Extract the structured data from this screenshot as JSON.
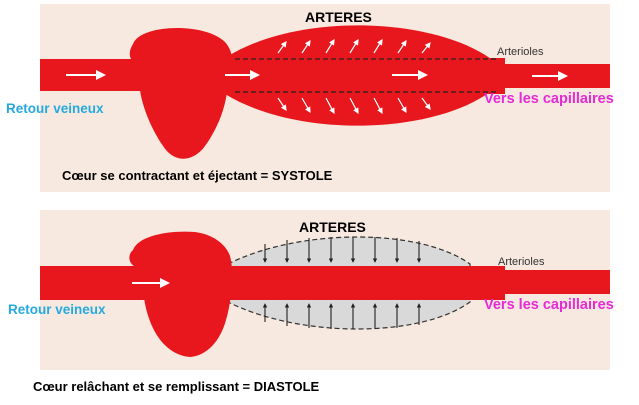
{
  "palette": {
    "blood": "#e8161d",
    "panel": "#f7e9df",
    "vessel_relaxed": "#d9d9d9",
    "retour_color": "#26a9e0",
    "capillaires_color": "#e62ad6"
  },
  "systole": {
    "arteres_label": "ARTERES",
    "arterioles_label": "Arterioles",
    "retour_label": "Retour veineux",
    "capillaires_label": "Vers les capillaires",
    "caption": "Cœur se contractant et éjectant = SYSTOLE"
  },
  "diastole": {
    "arteres_label": "ARTERES",
    "arterioles_label": "Arterioles",
    "retour_label": "Retour veineux",
    "capillaires_label": "Vers les capillaires",
    "caption": "Cœur relâchant et se remplissant = DIASTOLE"
  }
}
